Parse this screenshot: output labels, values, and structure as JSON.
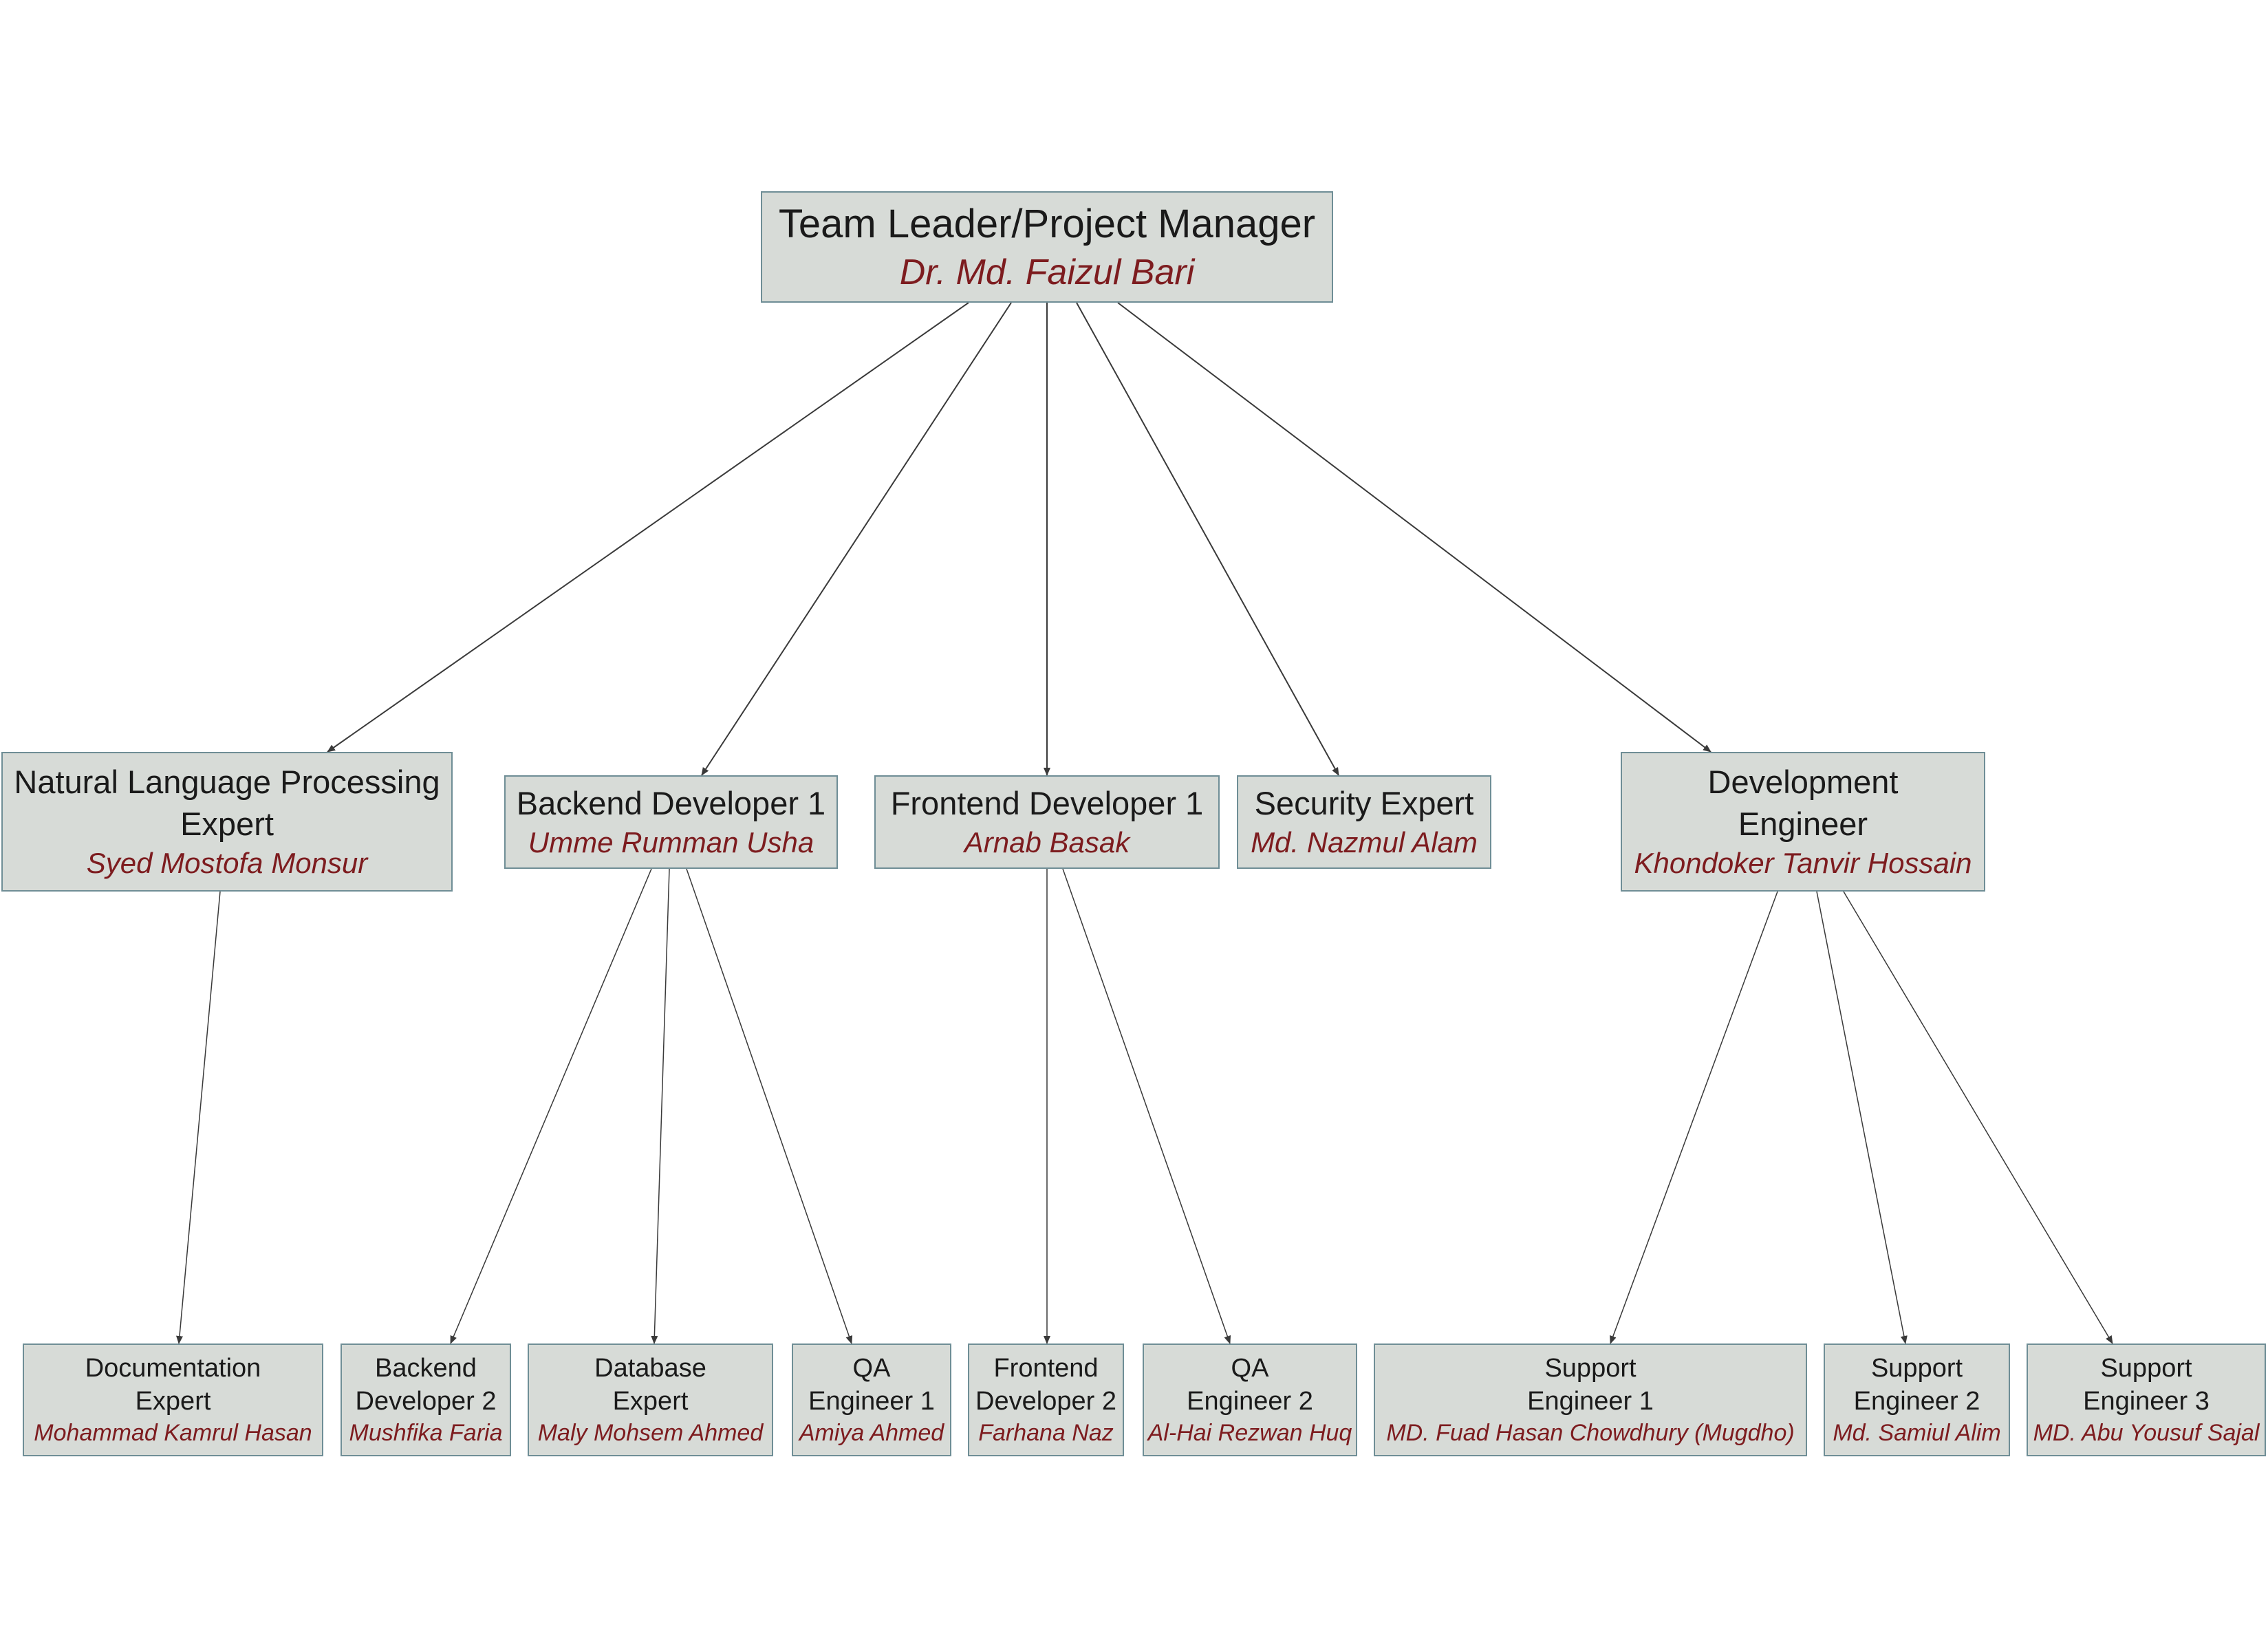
{
  "style": {
    "node_fill": "#d7dbd7",
    "node_border": "#6f8e96",
    "name_color": "#7d1c1f",
    "role_color": "#1a1a1a",
    "edge_color": "#3a3a3a"
  },
  "nodes": [
    {
      "id": "pm",
      "level": 0,
      "role": [
        "Team Leader/Project Manager"
      ],
      "person": "Dr. Md. Faizul Bari"
    },
    {
      "id": "nlp",
      "level": 1,
      "role": [
        "Natural Language Processing",
        "Expert"
      ],
      "person": "Syed Mostofa Monsur"
    },
    {
      "id": "be1",
      "level": 1,
      "role": [
        "Backend Developer 1"
      ],
      "person": "Umme Rumman Usha"
    },
    {
      "id": "fe1",
      "level": 1,
      "role": [
        "Frontend Developer 1"
      ],
      "person": "Arnab Basak"
    },
    {
      "id": "sec",
      "level": 1,
      "role": [
        "Security Expert"
      ],
      "person": "Md. Nazmul Alam"
    },
    {
      "id": "dev",
      "level": 1,
      "role": [
        "Development",
        "Engineer"
      ],
      "person": "Khondoker Tanvir Hossain"
    },
    {
      "id": "doc",
      "level": 2,
      "role": [
        "Documentation",
        "Expert"
      ],
      "person": "Mohammad Kamrul Hasan"
    },
    {
      "id": "be2",
      "level": 2,
      "role": [
        "Backend",
        "Developer 2"
      ],
      "person": "Mushfika Faria"
    },
    {
      "id": "db",
      "level": 2,
      "role": [
        "Database",
        "Expert"
      ],
      "person": "Maly Mohsem Ahmed"
    },
    {
      "id": "qa1",
      "level": 2,
      "role": [
        "QA",
        "Engineer 1"
      ],
      "person": "Amiya Ahmed"
    },
    {
      "id": "fe2",
      "level": 2,
      "role": [
        "Frontend",
        "Developer 2"
      ],
      "person": "Farhana Naz"
    },
    {
      "id": "qa2",
      "level": 2,
      "role": [
        "QA",
        "Engineer 2"
      ],
      "person": "Al-Hai Rezwan Huq"
    },
    {
      "id": "se1",
      "level": 2,
      "role": [
        "Support",
        "Engineer 1"
      ],
      "person": "MD. Fuad Hasan Chowdhury (Mugdho)"
    },
    {
      "id": "se2",
      "level": 2,
      "role": [
        "Support",
        "Engineer 2"
      ],
      "person": "Md. Samiul Alim"
    },
    {
      "id": "se3",
      "level": 2,
      "role": [
        "Support",
        "Engineer 3"
      ],
      "person": "MD. Abu Yousuf Sajal"
    }
  ],
  "edges": [
    {
      "from": "pm",
      "to": "nlp"
    },
    {
      "from": "pm",
      "to": "be1"
    },
    {
      "from": "pm",
      "to": "fe1"
    },
    {
      "from": "pm",
      "to": "sec"
    },
    {
      "from": "pm",
      "to": "dev"
    },
    {
      "from": "nlp",
      "to": "doc"
    },
    {
      "from": "be1",
      "to": "be2"
    },
    {
      "from": "be1",
      "to": "db"
    },
    {
      "from": "be1",
      "to": "qa1"
    },
    {
      "from": "fe1",
      "to": "fe2"
    },
    {
      "from": "fe1",
      "to": "qa2"
    },
    {
      "from": "dev",
      "to": "se1"
    },
    {
      "from": "dev",
      "to": "se2"
    },
    {
      "from": "dev",
      "to": "se3"
    }
  ]
}
